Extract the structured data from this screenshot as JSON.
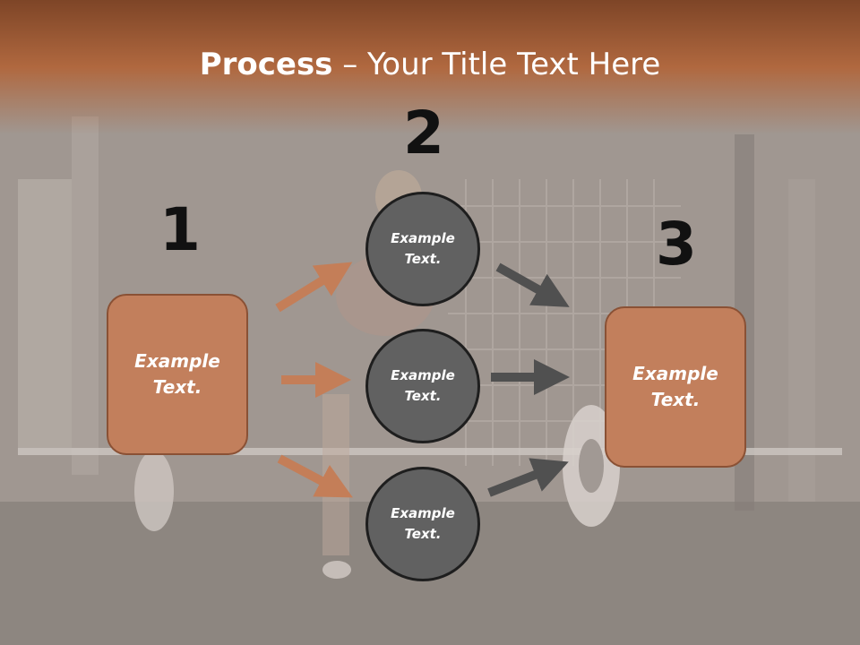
{
  "slide": {
    "title_bold": "Process",
    "title_rest": " – Your Title Text Here"
  },
  "steps": {
    "step1": {
      "number": "1",
      "text": "Example\nText."
    },
    "step2": {
      "number": "2",
      "circles": [
        "Example\nText.",
        "Example\nText.",
        "Example\nText."
      ]
    },
    "step3": {
      "number": "3",
      "text": "Example\nText."
    }
  },
  "colors": {
    "title_bar": "#b0683f",
    "box_fill": "#c27f5c",
    "circle_fill": "#616161",
    "left_arrows": "#c47e58",
    "right_arrows": "#505050"
  }
}
